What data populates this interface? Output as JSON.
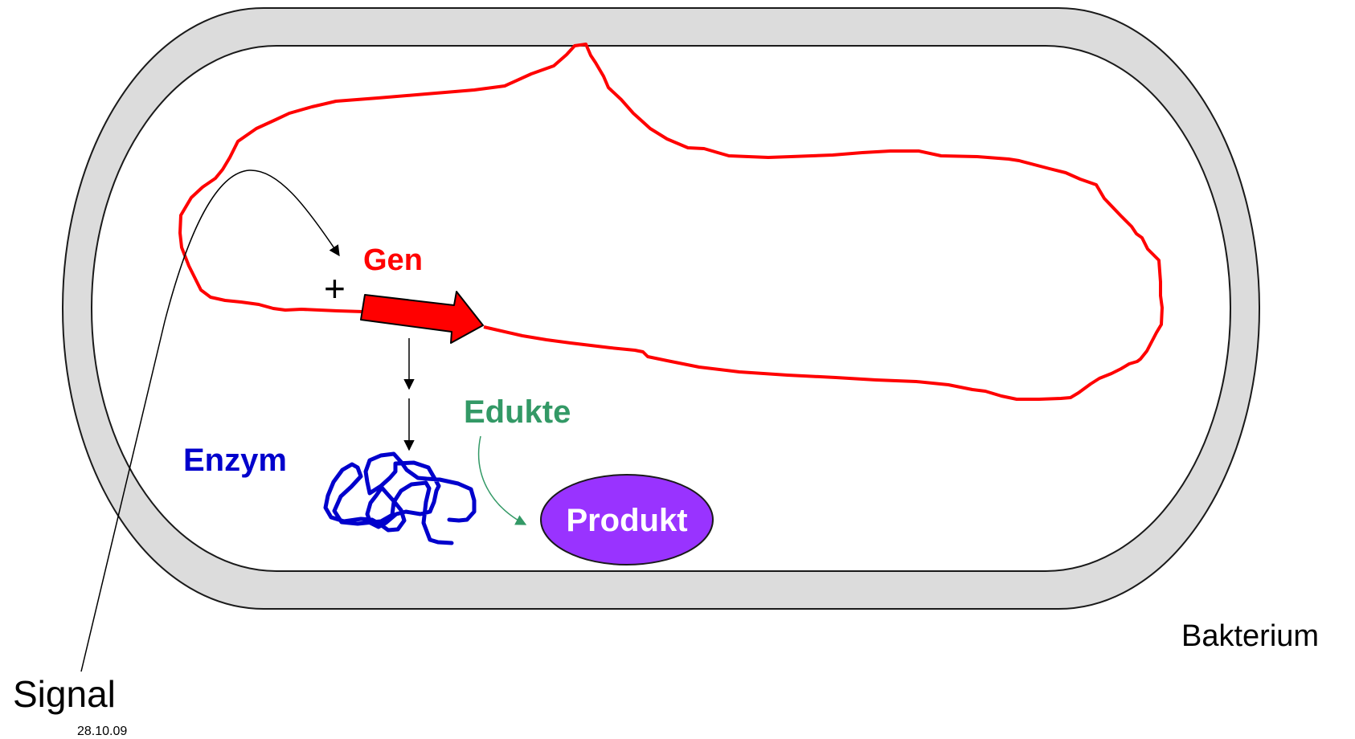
{
  "labels": {
    "gene": "Gen",
    "plus": "+",
    "educts": "Edukte",
    "enzyme": "Enzym",
    "product": "Produkt",
    "bacterium": "Bakterium",
    "signal": "Signal",
    "date": "28.10.09"
  },
  "colors": {
    "cell_wall_fill": "#dcdcdc",
    "cell_outline": "#1a1a1a",
    "dna": "#ff0000",
    "gene_label": "#ff0000",
    "enzyme": "#0000cc",
    "educts": "#339966",
    "product_fill": "#9933ff",
    "product_text": "#ffffff",
    "text": "#000000"
  }
}
